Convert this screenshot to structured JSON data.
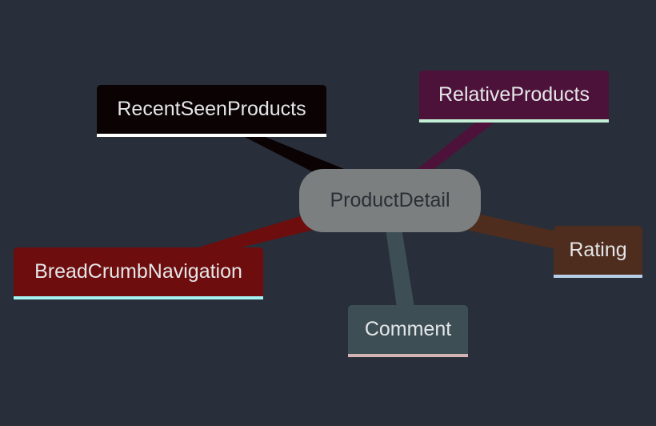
{
  "root": {
    "label": "ProductDetail",
    "color": "#7b7f80"
  },
  "branches": [
    {
      "key": "recent",
      "label": "RecentSeenProducts",
      "fill": "#0a0203",
      "underline": "#ffffff",
      "edge": "#0a0203"
    },
    {
      "key": "relative",
      "label": "RelativeProducts",
      "fill": "#4d1239",
      "underline": "#c3f0d5",
      "edge": "#4d1239"
    },
    {
      "key": "rating",
      "label": "Rating",
      "fill": "#4f2d1e",
      "underline": "#b7cfe6",
      "edge": "#4f2d1e"
    },
    {
      "key": "comment",
      "label": "Comment",
      "fill": "#3d4f55",
      "underline": "#d4b4b2",
      "edge": "#3d4f55"
    },
    {
      "key": "breadcrumb",
      "label": "BreadCrumbNavigation",
      "fill": "#6e0d0d",
      "underline": "#a3f4f4",
      "edge": "#6e0d0d"
    }
  ]
}
